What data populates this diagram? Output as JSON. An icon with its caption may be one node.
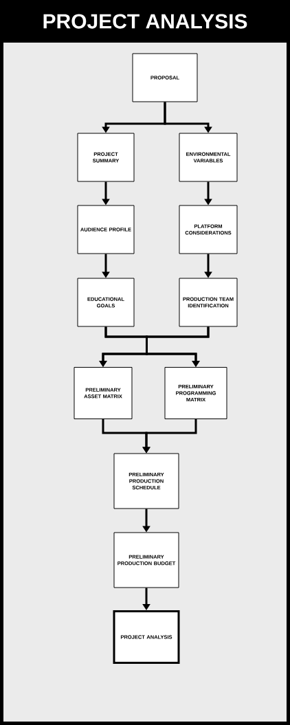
{
  "diagram": {
    "title": "PROJECT ANALYSIS",
    "nodes": [
      {
        "text": [
          "PROPOSAL"
        ]
      },
      {
        "text": [
          "PROJECT SUMMARY"
        ]
      },
      {
        "text": [
          "ENVIRONMENTAL VARIABLES"
        ]
      },
      {
        "text": [
          "AUDIENCE PROFILE"
        ]
      },
      {
        "text": [
          "PLATFORM CONSIDERATIONS"
        ]
      },
      {
        "text": [
          "EDUCATIONAL GOALS"
        ]
      },
      {
        "text": [
          "PRODUCTION TEAM IDENTIFICATION"
        ]
      },
      {
        "text": [
          "PRELIMINARY ASSET MATRIX"
        ]
      },
      {
        "text": [
          "PRELIMINARY PROGRAMMING MATRIX"
        ]
      },
      {
        "text": [
          "PRELIMINARY PRODUCTION SCHEDULE"
        ]
      },
      {
        "text": [
          "PRELIMINARY PRODUCTION BUDGET"
        ]
      },
      {
        "text": [
          "PROJECT ANALYSIS"
        ]
      }
    ],
    "edges": [
      {
        "from": 0,
        "to": 1,
        "arrow": "to"
      },
      {
        "from": 0,
        "to": 2,
        "arrow": "to"
      },
      {
        "from": 1,
        "to": 3,
        "arrow": "to"
      },
      {
        "from": 2,
        "to": 4,
        "arrow": "to"
      },
      {
        "from": 3,
        "to": 5,
        "arrow": "to"
      },
      {
        "from": 4,
        "to": 6,
        "arrow": "to"
      },
      {
        "from": 5,
        "to": 7,
        "arrow": "to"
      },
      {
        "from": 5,
        "to": 8,
        "arrow": "to"
      },
      {
        "from": 6,
        "to": 7,
        "arrow": "to"
      },
      {
        "from": 6,
        "to": 8,
        "arrow": "to"
      },
      {
        "from": 7,
        "to": 9,
        "arrow": "to"
      },
      {
        "from": 8,
        "to": 9,
        "arrow": "to"
      },
      {
        "from": 9,
        "to": 10,
        "arrow": "to"
      },
      {
        "from": 10,
        "to": 11,
        "arrow": "to"
      }
    ]
  }
}
